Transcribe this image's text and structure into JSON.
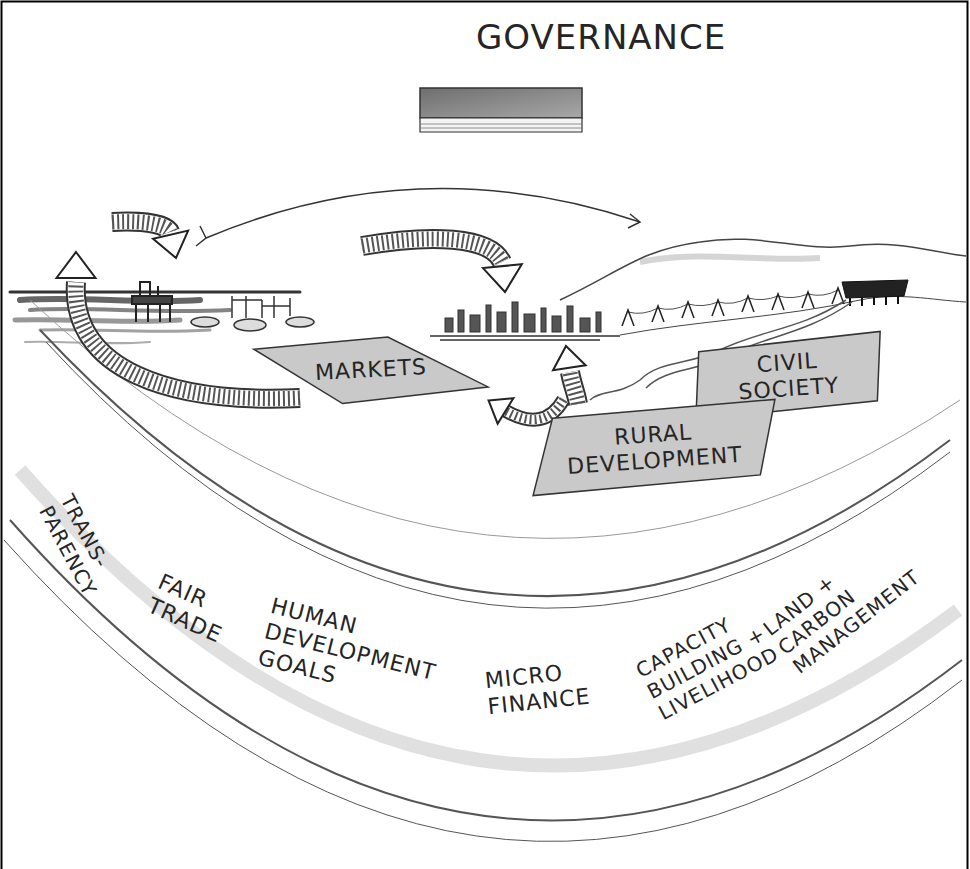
{
  "diagram": {
    "nodes": [
      {
        "text": [
          "GOVERNANCE"
        ]
      },
      {
        "text": [
          "MARKETS"
        ]
      },
      {
        "text": [
          "CIVIL SOCIETY"
        ]
      },
      {
        "text": [
          "RURAL DEVELOPMENT"
        ]
      }
    ],
    "edges": [
      {
        "from": 3,
        "to": 1,
        "arrow": "to"
      }
    ],
    "labels": [
      "TRANS- PARENCY",
      "FAIR TRADE",
      "HUMAN DEVELOPMENT GOALS",
      "MICRO FINANCE",
      "CAPACITY BUILDING + LIVELIHOOD",
      "LAND + CARBON MANAGEMENT"
    ]
  }
}
